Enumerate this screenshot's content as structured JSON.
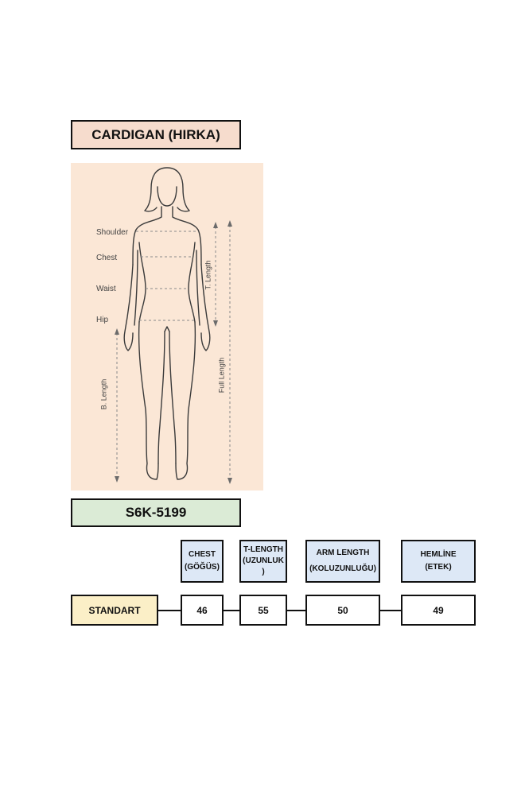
{
  "title": "CARDIGAN (HIRKA)",
  "product_code": "S6K-5199",
  "figure": {
    "labels": {
      "shoulder": "Shoulder",
      "chest": "Chest",
      "waist": "Waist",
      "hip": "Hip",
      "t_length": "T. Length",
      "full_length": "Full Length",
      "b_length": "B. Length"
    }
  },
  "size_table": {
    "headers": [
      {
        "line1": "CHEST",
        "line2": "(GÖĞÜS)"
      },
      {
        "line1": "T-LENGTH",
        "line2": "(UZUNLUK",
        "line3": ")"
      },
      {
        "line1": "ARM LENGTH",
        "line2": "(KOLUZUNLUĞU)"
      },
      {
        "line1": "HEMLİNE",
        "line2": "(ETEK)"
      }
    ],
    "size_label": "STANDART",
    "values": [
      "46",
      "55",
      "50",
      "49"
    ]
  }
}
